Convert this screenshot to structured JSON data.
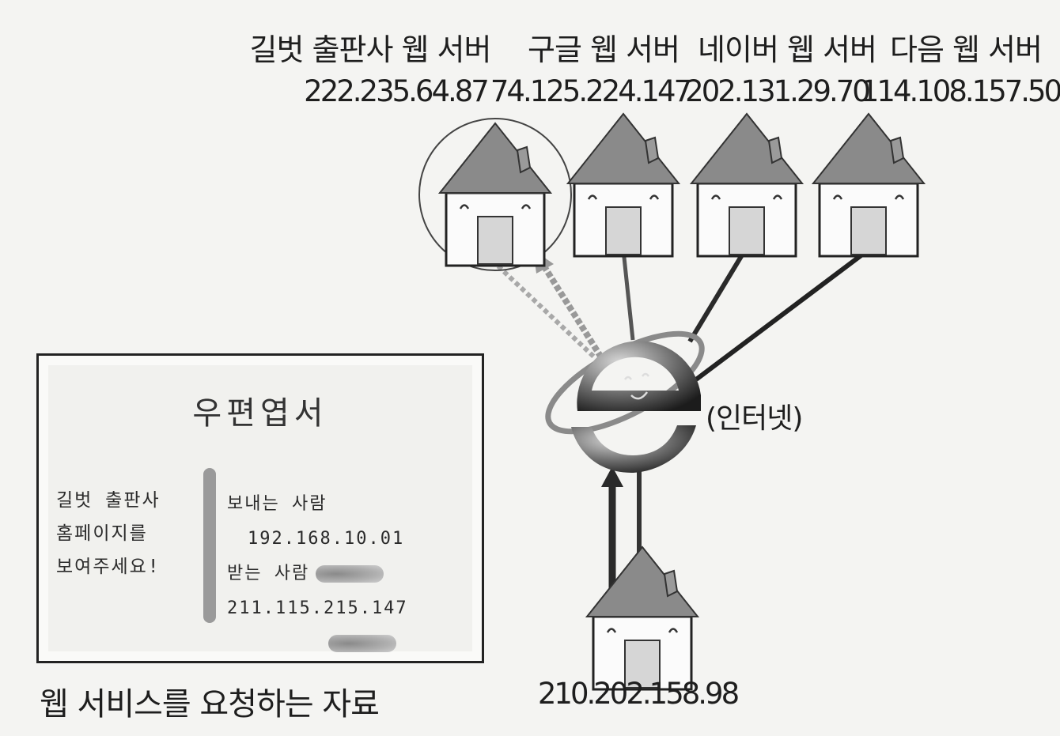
{
  "servers": [
    {
      "name": "길벗 출판사 웹 서버",
      "ip": "222.235.64.87"
    },
    {
      "name": "구글 웹 서버",
      "ip": "74.125.224.147"
    },
    {
      "name": "네이버 웹 서버",
      "ip": "202.131.29.70"
    },
    {
      "name": "다음 웹 서버",
      "ip": "114.108.157.50"
    }
  ],
  "internet_label": "(인터넷)",
  "client_ip": "210.202.158.98",
  "postcard": {
    "title": "우편엽서",
    "message_lines": [
      "길벗 출판사",
      "홈페이지를",
      "보여주세요!"
    ],
    "sender_label": "보내는 사람",
    "sender_ip": "192.168.10.01",
    "receiver_label": "받는 사람",
    "receiver_ip": "211.115.215.147"
  },
  "caption": "웹 서비스를 요청하는 자료"
}
